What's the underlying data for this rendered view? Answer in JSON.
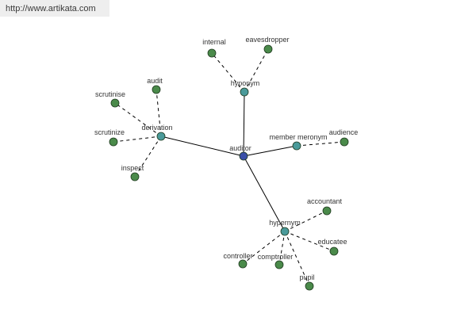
{
  "banner": {
    "url": "http://www.artikata.com"
  },
  "colors": {
    "center": "#3a4fa8",
    "relation": "#4a9a9a",
    "leaf": "#4a8a4a",
    "edge": "#000000",
    "dashed_edge": "#000000"
  },
  "graph": {
    "center": {
      "id": "auditor",
      "label": "auditor"
    },
    "relations": [
      {
        "id": "hyponym",
        "label": "hyponym",
        "leaves": [
          {
            "id": "internal",
            "label": "internal"
          },
          {
            "id": "eavesdropper",
            "label": "eavesdropper"
          }
        ]
      },
      {
        "id": "derivation",
        "label": "derivation",
        "leaves": [
          {
            "id": "audit",
            "label": "audit"
          },
          {
            "id": "scrutinise",
            "label": "scrutinise"
          },
          {
            "id": "scrutinize",
            "label": "scrutinize"
          },
          {
            "id": "inspect",
            "label": "inspect"
          }
        ]
      },
      {
        "id": "member-meronym",
        "label": "member meronym",
        "leaves": [
          {
            "id": "audience",
            "label": "audience"
          }
        ]
      },
      {
        "id": "hypernym",
        "label": "hypernym",
        "leaves": [
          {
            "id": "accountant",
            "label": "accountant"
          },
          {
            "id": "educatee",
            "label": "educatee"
          },
          {
            "id": "controller",
            "label": "controller"
          },
          {
            "id": "comptroller",
            "label": "comptroller"
          },
          {
            "id": "pupil",
            "label": "pupil"
          }
        ]
      }
    ]
  }
}
